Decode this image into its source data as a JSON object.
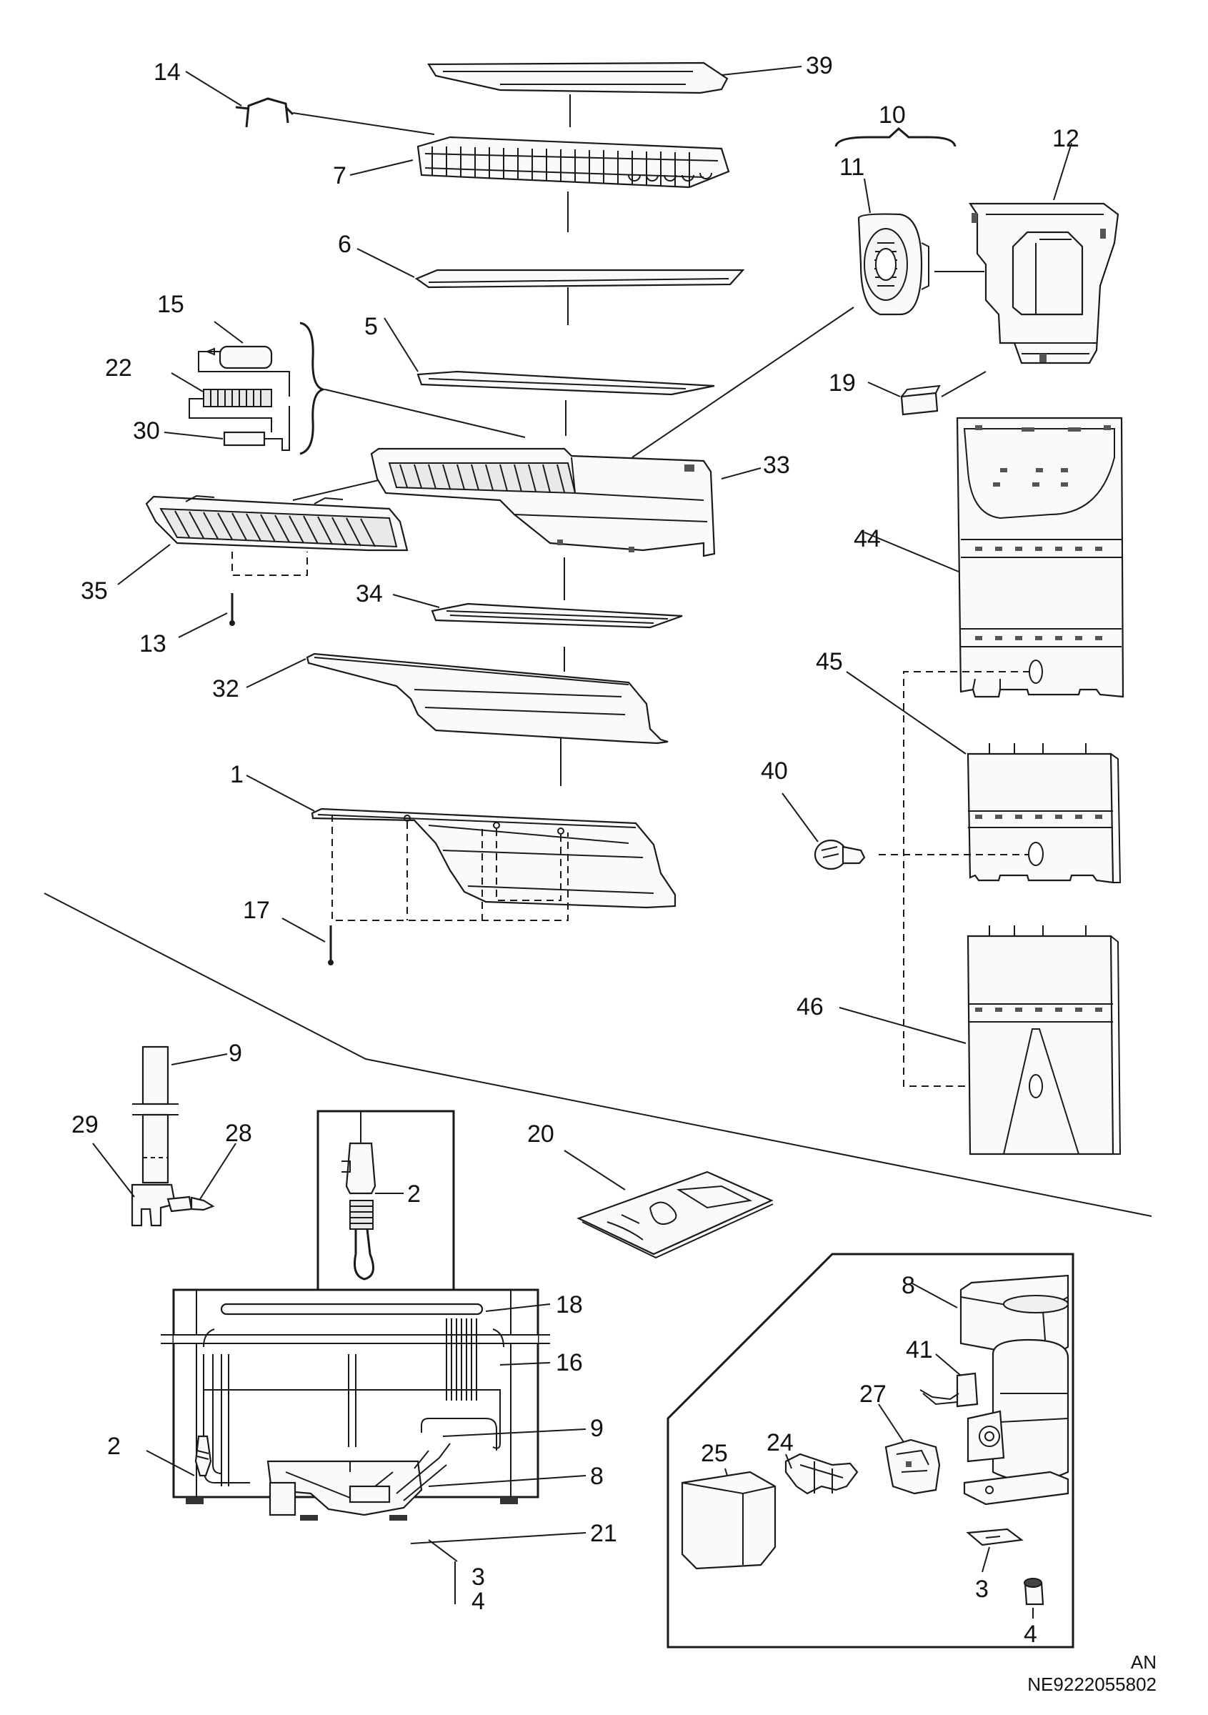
{
  "labels": {
    "l1": "1",
    "l2a": "2",
    "l2b": "2",
    "l3a": "3",
    "l3b": "3",
    "l4a": "4",
    "l4b": "4",
    "l5": "5",
    "l6": "6",
    "l7": "7",
    "l8a": "8",
    "l8b": "8",
    "l9a": "9",
    "l9b": "9",
    "l10": "10",
    "l11": "11",
    "l12": "12",
    "l13": "13",
    "l14": "14",
    "l15": "15",
    "l16": "16",
    "l17": "17",
    "l18": "18",
    "l19": "19",
    "l20": "20",
    "l21": "21",
    "l22": "22",
    "l24": "24",
    "l25": "25",
    "l27": "27",
    "l28": "28",
    "l29": "29",
    "l30": "30",
    "l32": "32",
    "l33": "33",
    "l34": "34",
    "l35": "35",
    "l39": "39",
    "l40": "40",
    "l41": "41",
    "l44": "44",
    "l45": "45",
    "l46": "46"
  },
  "code": {
    "line1": "AN",
    "line2": "NE9222055802"
  }
}
